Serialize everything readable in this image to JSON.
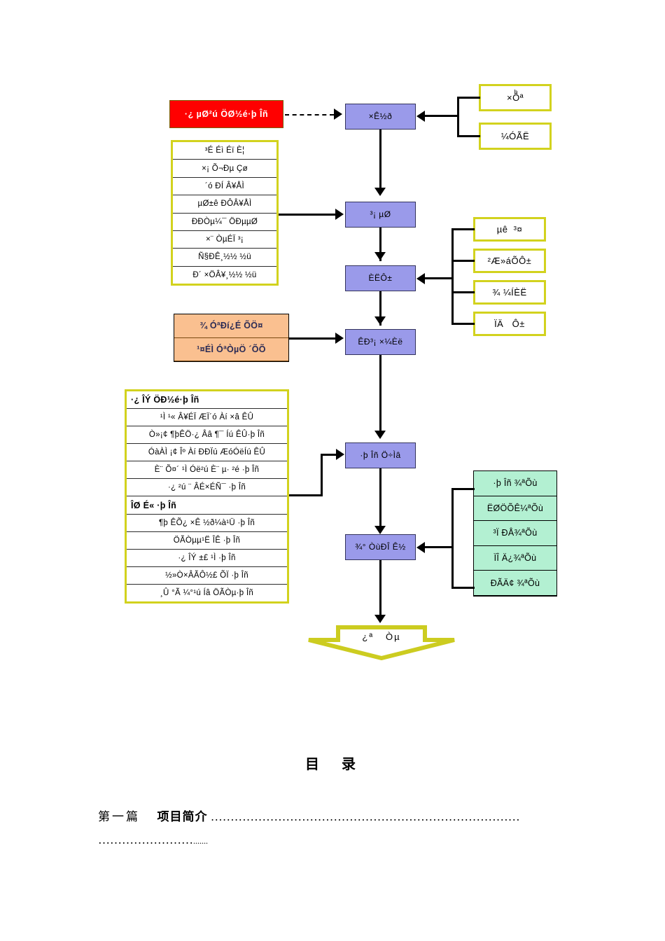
{
  "document": {
    "toc_heading": "目　录",
    "toc_entry": {
      "chapter": "第一篇",
      "title": "项目简介",
      "leader_dots": "……………………………………………………………………",
      "leader_dots_second_line": "……………………",
      "leader_dots_tail": "......."
    }
  },
  "flowchart": {
    "colors": {
      "process_fill": "#9a9aea",
      "process_border": "#33335c",
      "alert_fill": "#ff0000",
      "alert_text": "#ffffff",
      "yellow_border": "#d2d21e",
      "orange_fill": "#fac090",
      "green_fill": "#b3f0d2",
      "connector": "#000000"
    },
    "alert_box": {
      "label": "·¿ µØ²ú ÖØ½é·þ Îñ"
    },
    "top_inputs": [
      {
        "label": "×Ôͪª"
      },
      {
        "label": "¼ÓÃË"
      }
    ],
    "main_process": [
      {
        "label": "×Ê½ð"
      },
      {
        "label": "³¡ µØ"
      },
      {
        "label": "ÈËÔ±"
      },
      {
        "label": "ÊÐ³¡ ×¼Èë"
      },
      {
        "label": "·þ Îñ Ö÷Ìâ"
      },
      {
        "label": "¾° ÒùÐÎ Ê½"
      }
    ],
    "left_stack_1": {
      "rows": [
        "³É Éì Éï È¦",
        "×¡ Õ¬Ðµ Çø",
        "´ó ÐÍ Â¥ÅÌ",
        "µØ±ê ÐÔÂ¥ÅÌ",
        "ÐÐÒµ¼¯ ÖÐµµØ",
        "×¨ ÒµÉÏ ³¡",
        "Ñ§ÐÊ¸½½ ½ü",
        "Ð´ ×ÖÂ¥¸½½ ½ü"
      ]
    },
    "right_stack_mid": [
      {
        "label": "µê  ³¤"
      },
      {
        "label": "²Æ»áÕÔ±"
      },
      {
        "label": "¾ ¼ÍÈË"
      },
      {
        "label": "ÏÄ   Ô±"
      }
    ],
    "orange_stack": {
      "rows": [
        "¾ ÓªÐí¿É ÕÖ¤",
        "¹¤ÉÌ ÓªÒµÖ ´ÕÕ"
      ]
    },
    "services_table": {
      "section_1_header": "·¿ ÎÝ ÖÐ½é·þ Îñ",
      "section_1_rows": [
        "¹Ì ¹« Â¥ÉÏ ÆÏ´ó Àí ×â ÊÛ",
        "Ò»¡¢ ¶þÊÖ·¿ Ââ ¶¯ Íú ÊÛ·þ Îñ",
        "ÓàÀÌ ¡¢ Îº Àí ÐÐÏú ÆóÓëÍú ÊÛ",
        "È¨ Õ¤´ ¹Ì Óë²ú È¨ µ· ²é ·þ Îñ",
        "·¿ ²ú ¨ ÂÉ×ÉÑ¯ ·þ Îñ"
      ],
      "section_2_header": "ÎØ É« ·þ Îñ",
      "section_2_rows": [
        "¶þ ÊÕ¿ ×Ê ½ð¼à¹Ü ·þ Îñ",
        "ÖÃÒµµ¹Ë ÎÊ ·þ Îñ",
        "·¿ ÎÝ ±£ ¹Ì ·þ Îñ",
        "½»Ò×ÂÃÔ½£ ÕÏ ·þ Îñ",
        "¸Û °Ã ¼°¹ú Íâ ÖÃÒµ·þ Îñ"
      ]
    },
    "green_stack": {
      "rows": [
        "·þ Îñ ¾ªÕù",
        "ËØÖÕÊ¼ªÕù",
        "³Ï ÐÅ¾ªÕù",
        "ÏÎ Ä¿¾ªÕù",
        "ÐÃÄ¢ ¾ªÕù"
      ]
    },
    "outcome": {
      "label": "¿ª   Òµ"
    }
  }
}
